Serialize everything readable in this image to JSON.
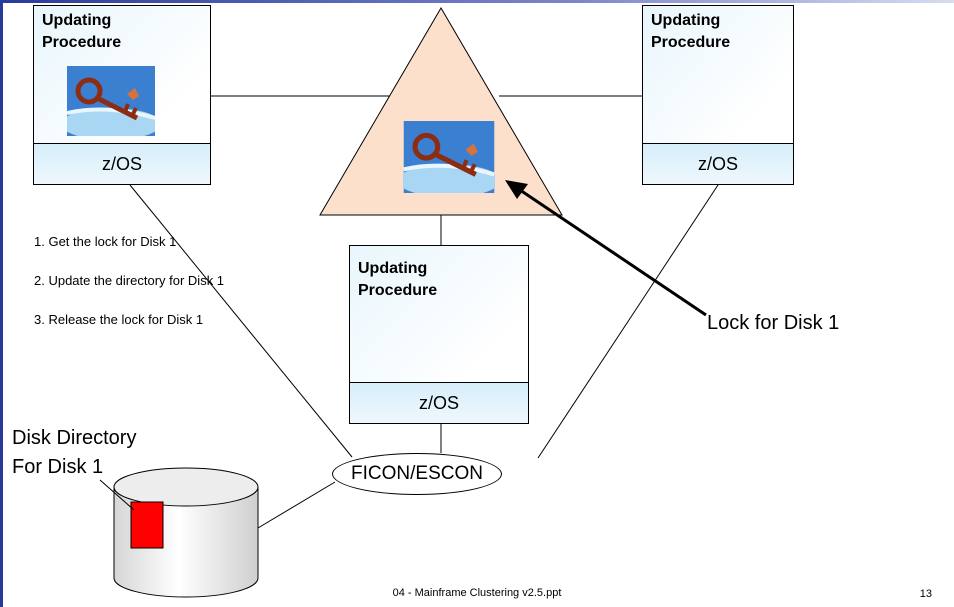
{
  "systems": {
    "left": {
      "title_line1": "Updating",
      "title_line2": "Procedure",
      "os": "z/OS"
    },
    "right": {
      "title_line1": "Updating",
      "title_line2": "Procedure",
      "os": "z/OS"
    },
    "center": {
      "title_line1": "Updating",
      "title_line2": "Procedure",
      "os": "z/OS"
    }
  },
  "steps": [
    "1. Get the lock for Disk 1",
    "2. Update the directory for Disk 1",
    "3. Release the lock for Disk 1"
  ],
  "lock_label": "Lock for Disk 1",
  "disk_label_line1": "Disk Directory",
  "disk_label_line2": "For Disk 1",
  "switch_label": "FICON/ESCON",
  "footer": {
    "filename": "04 - Mainframe Clustering v2.5.ppt",
    "page": "13"
  },
  "colors": {
    "coupling_facility": "#fce0cc",
    "directory_block": "#ff0000",
    "box_tint": "#e9f6fc",
    "accent": "#2a3a9a"
  },
  "icons": [
    "key-icon",
    "disk-cylinder-icon"
  ]
}
